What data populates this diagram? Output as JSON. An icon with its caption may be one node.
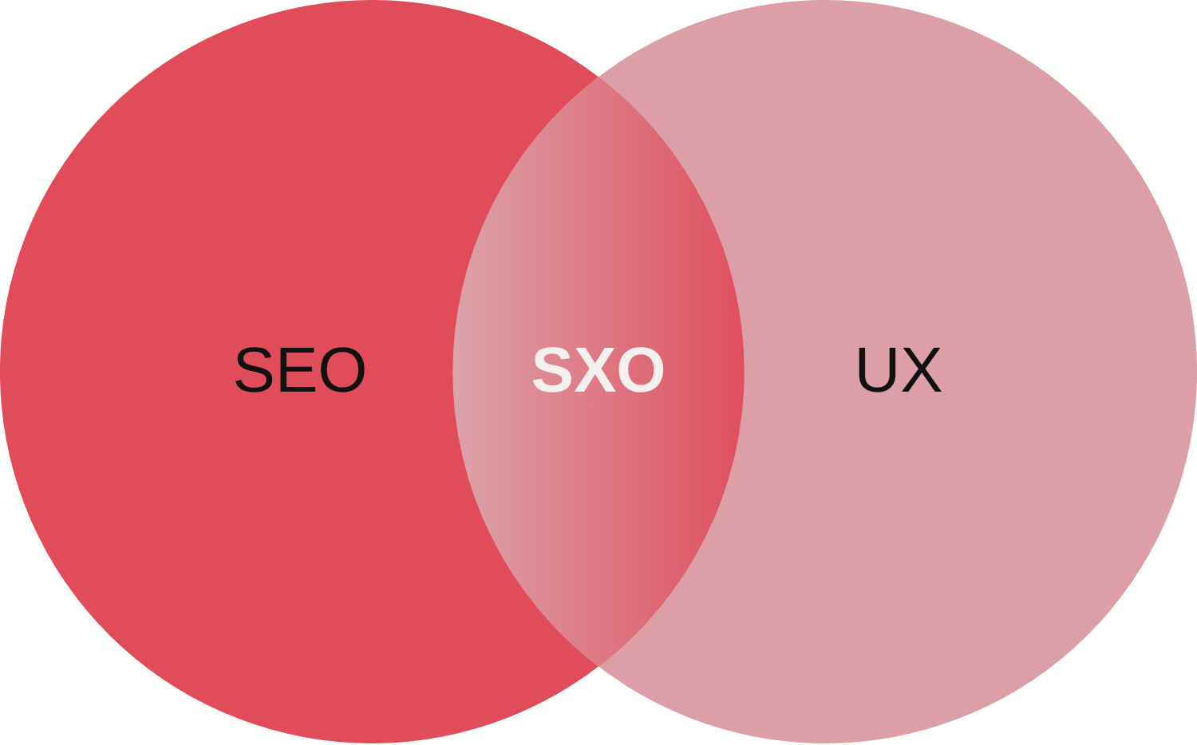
{
  "diagram": {
    "nodes": [
      {
        "text": [
          "SEO"
        ]
      },
      {
        "text": [
          "UX"
        ]
      },
      {
        "text": [
          "SXO"
        ]
      }
    ]
  }
}
